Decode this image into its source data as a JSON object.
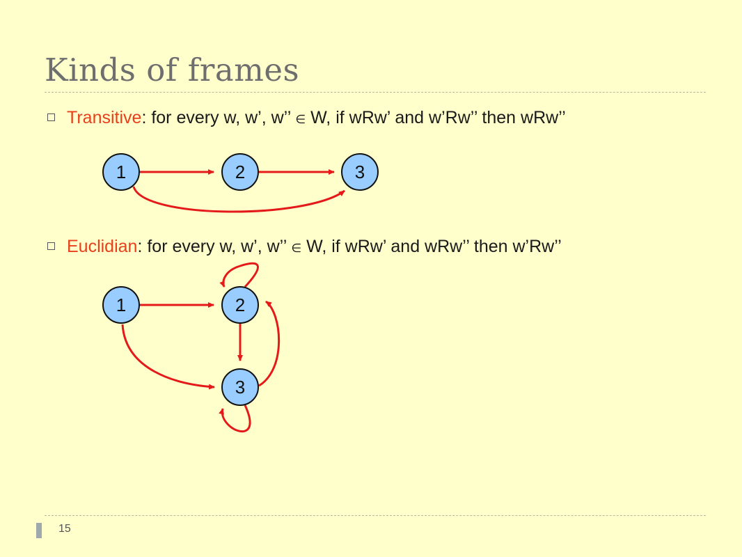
{
  "slide": {
    "title": "Kinds of frames",
    "page_number": "15"
  },
  "bullets": [
    {
      "term": "Transitive",
      "text_a": ": for every w, w’, w’’ ",
      "elem": "∈",
      "text_b": " W, if wRw’ and w’Rw’’ then wRw’’"
    },
    {
      "term": "Euclidian",
      "text_a": ": for every w, w’, w’’ ",
      "elem": "∈",
      "text_b": " W, if wRw’ and wRw’’ then w’Rw’’"
    }
  ],
  "diagrams": {
    "transitive": {
      "nodes": [
        "1",
        "2",
        "3"
      ]
    },
    "euclidian": {
      "nodes": [
        "1",
        "2",
        "3"
      ]
    }
  },
  "colors": {
    "background": "#ffffcc",
    "node_fill": "#99ccff",
    "edge": "#e41a1a",
    "accent": "#e8401c",
    "title": "#6e6e6e"
  }
}
